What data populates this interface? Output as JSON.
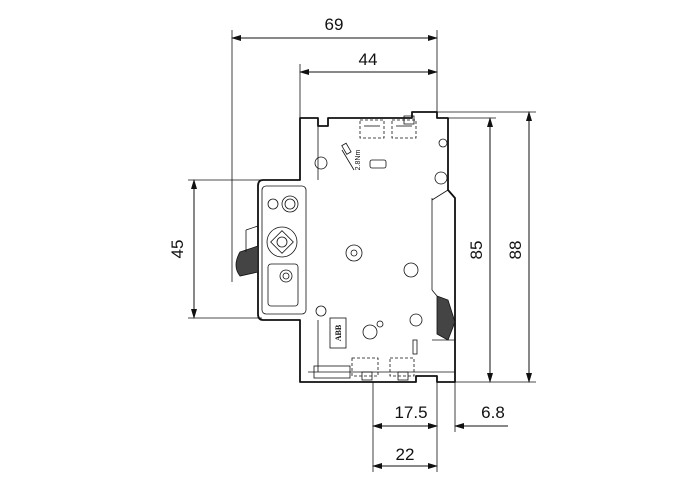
{
  "dimensions": {
    "width_overall": "69",
    "width_front": "44",
    "height_front": "45",
    "height_body": "85",
    "height_overall": "88",
    "offset_left": "17.5",
    "offset_right": "6.8",
    "depth_bottom": "22"
  },
  "labels": {
    "brand": "ABB",
    "torque": "2.8Nm"
  },
  "colors": {
    "line": "#111111",
    "background": "#ffffff",
    "toggle_fill": "#444444"
  }
}
